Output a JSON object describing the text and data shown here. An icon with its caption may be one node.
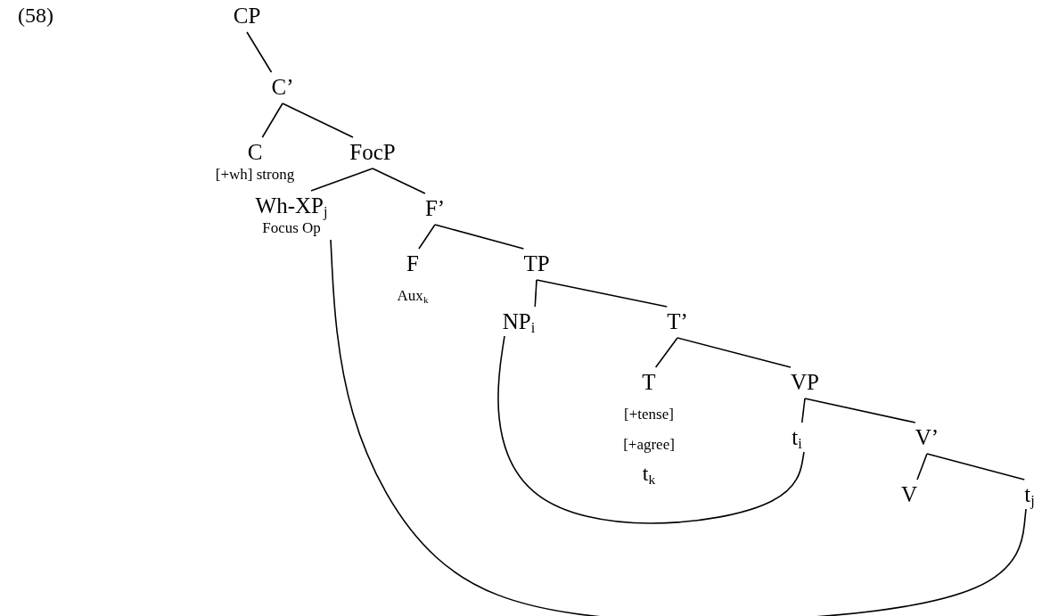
{
  "diagram": {
    "nodes": [
      {
        "text": [
          "CP"
        ]
      },
      {
        "text": [
          "C’"
        ]
      },
      {
        "text": [
          "C"
        ],
        "beside": [
          "[+wh] strong"
        ]
      },
      {
        "text": [
          "FocP"
        ]
      },
      {
        "text": [
          "Wh-XP$_{j}$"
        ],
        "beside": [
          "Focus Op"
        ]
      },
      {
        "text": [
          "F’"
        ]
      },
      {
        "text": [
          "F"
        ],
        "beside": [
          "Aux$_{k}$"
        ]
      },
      {
        "text": [
          "TP"
        ]
      },
      {
        "text": [
          "NP$_{i}$"
        ]
      },
      {
        "text": [
          "T’"
        ]
      },
      {
        "text": [
          "T"
        ],
        "beside": [
          "[+tense]",
          "[+agree]",
          "t$_{k}$"
        ]
      },
      {
        "text": [
          "VP"
        ]
      },
      {
        "text": [
          "t$_{i}$"
        ]
      },
      {
        "text": [
          "V’"
        ]
      },
      {
        "text": [
          "V"
        ]
      },
      {
        "text": [
          "t$_{j}$"
        ]
      }
    ],
    "edges": [
      {
        "from": 0,
        "to": 1,
        "arrow": "none"
      },
      {
        "from": 1,
        "to": 2,
        "arrow": "none"
      },
      {
        "from": 1,
        "to": 3,
        "arrow": "none"
      },
      {
        "from": 3,
        "to": 4,
        "arrow": "none"
      },
      {
        "from": 3,
        "to": 5,
        "arrow": "none"
      },
      {
        "from": 5,
        "to": 6,
        "arrow": "none"
      },
      {
        "from": 5,
        "to": 7,
        "arrow": "none"
      },
      {
        "from": 7,
        "to": 8,
        "arrow": "none"
      },
      {
        "from": 7,
        "to": 9,
        "arrow": "none"
      },
      {
        "from": 9,
        "to": 10,
        "arrow": "none"
      },
      {
        "from": 9,
        "to": 11,
        "arrow": "none"
      },
      {
        "from": 11,
        "to": 12,
        "arrow": "none"
      },
      {
        "from": 11,
        "to": 13,
        "arrow": "none"
      },
      {
        "from": 13,
        "to": 14,
        "arrow": "none"
      },
      {
        "from": 13,
        "to": 15,
        "arrow": "none"
      },
      {
        "from": 8,
        "to": 12,
        "arrow": "none"
      },
      {
        "from": 4,
        "to": 15,
        "arrow": "none"
      }
    ],
    "labels": [
      "(58)"
    ]
  }
}
